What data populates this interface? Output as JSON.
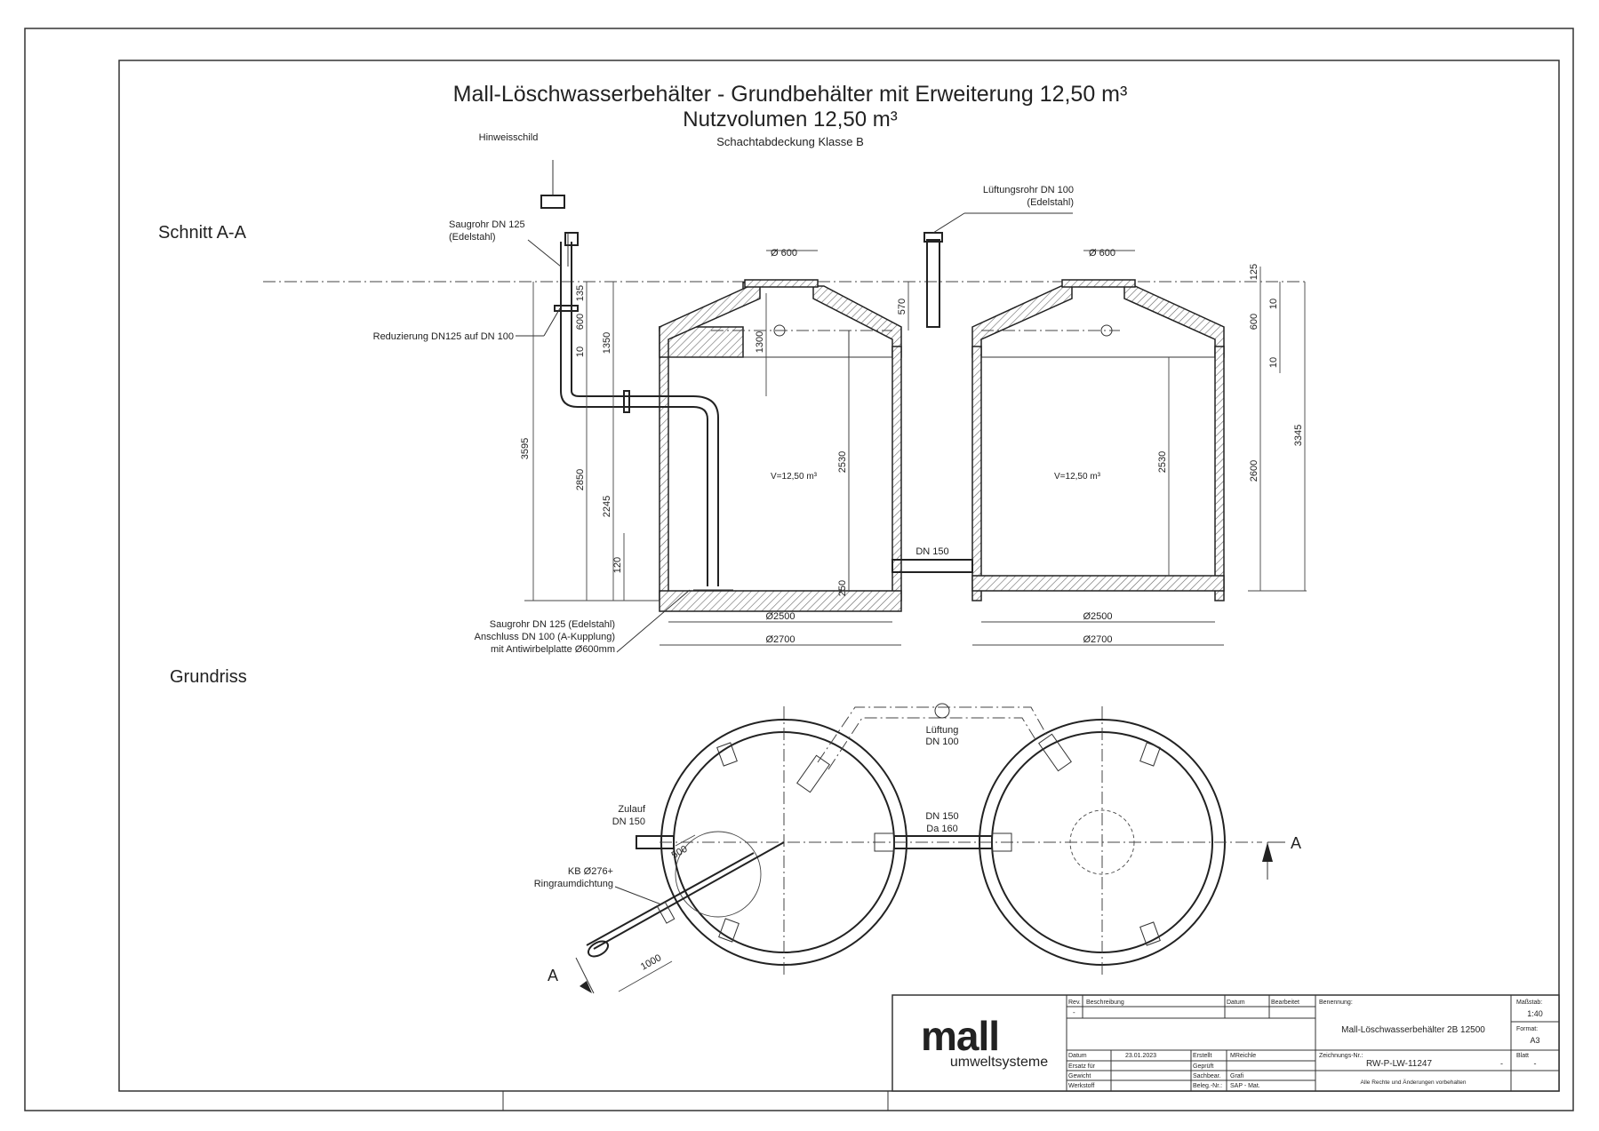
{
  "title": {
    "main": "Mall-Löschwasserbehälter - Grundbehälter mit Erweiterung 12,50 m³",
    "sub": "Nutzvolumen 12,50 m³",
    "note": "Schachtabdeckung Klasse B"
  },
  "section": {
    "label": "Schnitt A-A",
    "callouts": {
      "sign": "Hinweisschild",
      "suction_1": "Saugrohr DN 125",
      "suction_2": "(Edelstahl)",
      "reduction": "Reduzierung DN125 auf DN 100",
      "vent_1": "Lüftungsrohr DN 100",
      "vent_2": "(Edelstahl)",
      "bottom_1": "Saugrohr DN 125 (Edelstahl)",
      "bottom_2": "Anschluss DN 100 (A-Kupplung)",
      "bottom_3": "mit Antiwirbelplatte Ø600mm",
      "pipe_dn150": "DN 150"
    },
    "dims": {
      "d600_left": "Ø 600",
      "d600_right": "Ø 600",
      "h3595": "3595",
      "h135": "135",
      "h600a": "600",
      "h10a": "10",
      "h1350": "1350",
      "h2850": "2850",
      "h2245": "2245",
      "h120": "120",
      "h1300": "1300",
      "h2530a": "2530",
      "h250": "250",
      "h570": "570",
      "h2530b": "2530",
      "h125": "125",
      "h10b": "10",
      "h600b": "600",
      "h10c": "10",
      "h2600": "2600",
      "h3345": "3345",
      "w2500a": "Ø2500",
      "w2700a": "Ø2700",
      "w2500b": "Ø2500",
      "w2700b": "Ø2700",
      "vol_left": "V=12,50 m³",
      "vol_right": "V=12,50 m³"
    }
  },
  "plan": {
    "label": "Grundriss",
    "vent_1": "Lüftung",
    "vent_2": "DN 100",
    "inlet_1": "Zulauf",
    "inlet_2": "DN 150",
    "link_1": "DN 150",
    "link_2": "Da 160",
    "kb_1": "KB Ø276+",
    "kb_2": "Ringraumdichtung",
    "d500": "500",
    "d1000": "1000",
    "cut_a_left": "A",
    "cut_a_right": "A"
  },
  "titleblock": {
    "logo": "mall",
    "logo_sub": "umweltsysteme",
    "rev": "Rev.",
    "beschreibung": "Beschreibung",
    "datum_h": "Datum",
    "bearbeitet": "Bearbeitet",
    "rev_val": "-",
    "benennung_h": "Benennung:",
    "benennung": "Mall-Löschwasserbehälter 2B 12500",
    "massstab_h": "Maßstab:",
    "massstab": "1:40",
    "format_h": "Format:",
    "format": "A3",
    "datum": "Datum",
    "datum_val": "23.01.2023",
    "erstellt": "Erstellt",
    "erstellt_by": "MReichle",
    "ersatz": "Ersatz für",
    "geprueft": "Geprüft",
    "gewicht": "Gewicht",
    "sachbear": "Sachbear.",
    "sachbear_val": "Grafi",
    "werkstoff": "Werkstoff",
    "beleg": "Beleg.-Nr.:",
    "sap": "SAP - Mat.",
    "zeichnung_h": "Zeichnungs-Nr.:",
    "zeichnung": "RW-P-LW-11247",
    "blatt_h": "Blatt",
    "blatt_dash": "-",
    "blatt_val": "-",
    "rights": "Alle Rechte und Änderungen vorbehalten"
  }
}
